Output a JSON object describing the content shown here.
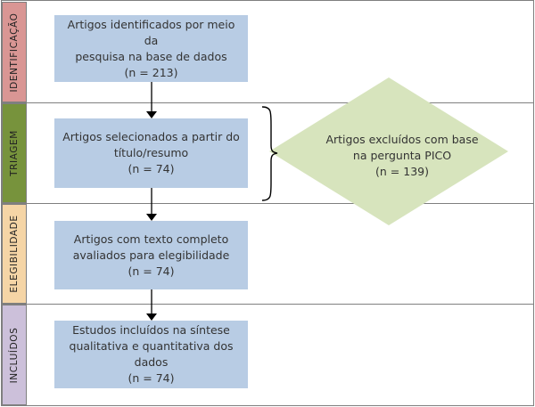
{
  "stages": [
    {
      "id": "identificacao",
      "label": "IDENTIFICAÇÃO",
      "color": "#d99694"
    },
    {
      "id": "triagem",
      "label": "TRIAGEM",
      "color": "#77933c"
    },
    {
      "id": "elegibilidade",
      "label": "ELEGIBILIDADE",
      "color": "#f5d5a6"
    },
    {
      "id": "incluidos",
      "label": "INCLUÍDOS",
      "color": "#ccc0da"
    }
  ],
  "boxes": [
    {
      "text": "Artigos identificados por meio da\npesquisa na base de dados\n(n = 213)"
    },
    {
      "text": "Artigos selecionados a partir do\ntítulo/resumo\n(n = 74)"
    },
    {
      "text": "Artigos com texto completo\navaliados para elegibilidade\n(n = 74)"
    },
    {
      "text": "Estudos incluídos na síntese\nqualitativa e quantitativa dos dados\n(n = 74)"
    }
  ],
  "exclusion": {
    "text": "Artigos excluídos com base\nna pergunta PICO\n(n = 139)",
    "color": "#d7e4bd"
  }
}
